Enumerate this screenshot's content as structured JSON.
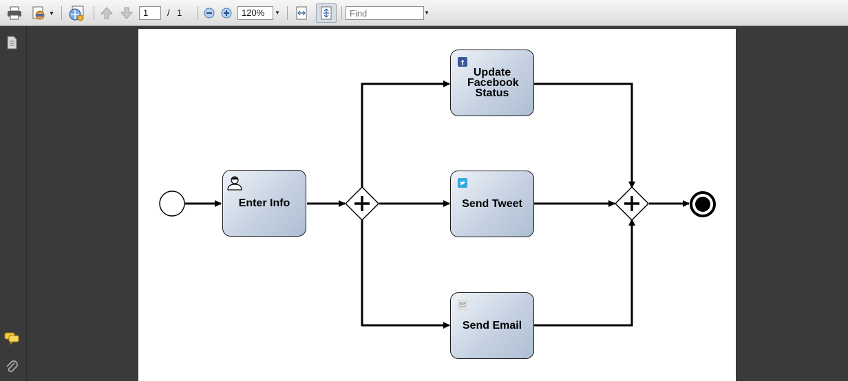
{
  "toolbar": {
    "current_page": "1",
    "page_separator": "/",
    "total_pages": "1",
    "zoom_level": "120%",
    "find_placeholder": "Find",
    "icons": [
      "print-icon",
      "print-options-icon",
      "collaborate-icon",
      "previous-page-icon",
      "next-page-icon",
      "zoom-out-icon",
      "zoom-in-icon",
      "fit-width-icon",
      "fit-page-icon"
    ]
  },
  "sidebar": {
    "icons": [
      "pages-icon",
      "comments-icon",
      "attachments-icon"
    ]
  },
  "diagram": {
    "tasks": {
      "enter_info": "Enter Info",
      "update_facebook": "Update Facebook Status",
      "send_tweet": "Send Tweet",
      "send_email": "Send Email"
    },
    "colors": {
      "task_fill_light": "#eef2f8",
      "task_fill_dark": "#aebed3",
      "stroke": "#000000"
    }
  }
}
